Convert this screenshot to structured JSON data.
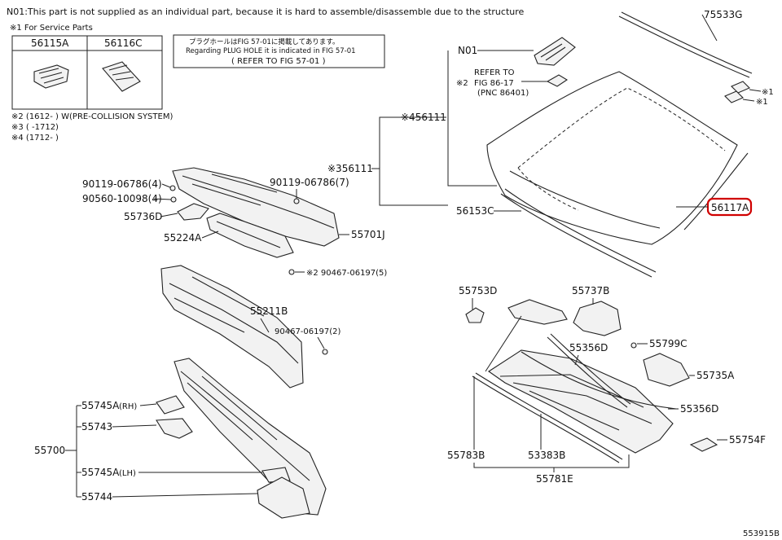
{
  "header": {
    "note_n01": "N01:This part is not supplied as an individual part, because it is hard to assemble/disassemble due to the structure",
    "service_parts_note": "※1 For Service Parts",
    "service_parts": [
      "56115A",
      "56116C"
    ],
    "notes": [
      "※2 (1612-     ) W(PRE-COLLISION SYSTEM)",
      "※3 (     -1712)",
      "※4 (1712-     )"
    ]
  },
  "plug_hole_box": {
    "line_jp": "プラグホールはFIG 57-01に掲載してあります。",
    "line_en": "Regarding  PLUG HOLE  it is indicated in FIG  57-01",
    "line_ref": "( REFER TO FIG 57-01 )"
  },
  "refer_note": {
    "line1": "REFER TO",
    "line2": "FIG 86-17",
    "line3": "(PNC 86401)",
    "mark": "※2"
  },
  "labels": {
    "n01": "N01",
    "p75533g": "75533G",
    "p56111_4": "※456111",
    "p56111_3": "※356111",
    "p56153c": "56153C",
    "p56117a": "56117A",
    "mark1a": "※1",
    "mark1b": "※1",
    "p90119_4": "90119-06786(4)",
    "p90560_4": "90560-10098(4)",
    "p55736d": "55736D",
    "p55224a": "55224A",
    "p90119_7": "90119-06786(7)",
    "p55701j": "55701J",
    "p90467_5": "※2 90467-06197(5)",
    "p55211b": "55211B",
    "p90467_2": "90467-06197(2)",
    "p55745a_rh": "55745A",
    "rh": "(RH)",
    "p55743": "55743",
    "p55700": "55700",
    "p55745a_lh": "55745A",
    "lh": "(LH)",
    "p55744": "55744",
    "p55753d": "55753D",
    "p55737b": "55737B",
    "p55799c": "55799C",
    "p55735a": "55735A",
    "p55356d_a": "55356D",
    "p55356d_b": "55356D",
    "p55754f": "55754F",
    "p55783b": "55783B",
    "p53383b": "53383B",
    "p55781e": "55781E",
    "figure_id": "553915B"
  },
  "highlight_color": "#d00000"
}
